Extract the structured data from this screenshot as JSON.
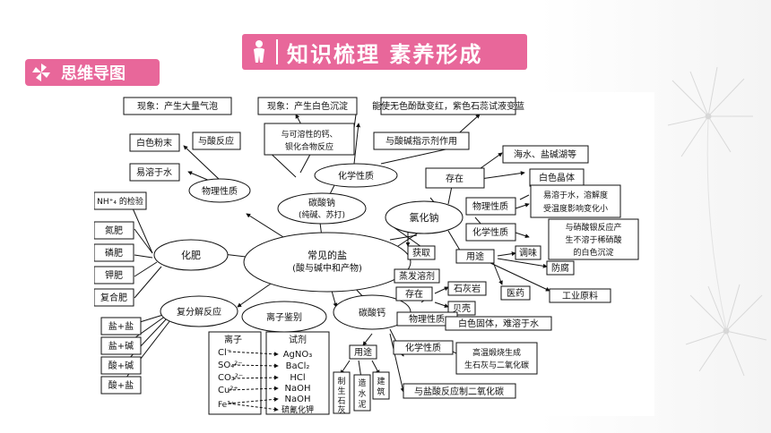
{
  "header": {
    "title": "知识梳理  素养形成"
  },
  "section": {
    "title": "思维导图"
  },
  "nodes": {
    "center": {
      "line1": "常见的盐",
      "line2": "(酸与碱中和产物)"
    },
    "na2co3": {
      "line1": "碳酸钠",
      "line2": "(纯碱、苏打)"
    },
    "nacl": "氯化钠",
    "caco3": "碳酸钙",
    "fertilizer": "化肥",
    "double_decomp": "复分解反应",
    "ion_id": "离子鉴别",
    "na2co3_phys": "物理性质",
    "na2co3_chem": "化学性质",
    "white_powder": "白色粉末",
    "soluble": "易溶于水",
    "with_acid": "与酸反应",
    "with_ca_ba": {
      "line1": "与可溶性的钙、",
      "line2": "钡化合物反应"
    },
    "with_indicator": "与酸碱指示剂作用",
    "ph_gas": "现象：产生大量气泡",
    "ph_ppt": "现象：产生白色沉淀",
    "ph_color": "能使无色酚酞变红，紫色石蕊试液变蓝",
    "nh4_test": "NH⁺₄ 的检验",
    "n_fert": "氮肥",
    "p_fert": "磷肥",
    "k_fert": "钾肥",
    "compound_fert": "复合肥",
    "salt_salt": "盐+盐",
    "salt_base": "盐+碱",
    "acid_base": "酸+碱",
    "acid_salt": "酸+盐",
    "nacl_exist": "存在",
    "sea_lake": "海水、盐碱湖等",
    "nacl_phys": "物理性质",
    "white_crystal": "白色晶体",
    "nacl_sol": {
      "line1": "易溶于水，溶解度",
      "line2": "受温度影响变化小"
    },
    "nacl_chem": "化学性质",
    "nacl_agno3": {
      "line1": "与硝酸银反应产",
      "line2": "生不溶于稀硝酸",
      "line3": "的白色沉淀"
    },
    "obtain": "获取",
    "evap": "蒸发溶剂",
    "usage": "用途",
    "flavor": "调味",
    "preserve": "防腐",
    "medicine": "医药",
    "industry": "工业原料",
    "caco3_exist": "存在",
    "limestone": "石灰岩",
    "shell": "贝壳",
    "caco3_phys": "物理性质",
    "caco3_phys_desc": "白色固体，难溶于水",
    "caco3_chem": "化学性质",
    "calcine": {
      "line1": "高温煅烧生成",
      "line2": "生石灰与二氧化碳"
    },
    "hcl_co2": "与盐酸反应制二氧化碳",
    "caco3_use": "用途",
    "use_lime": [
      "制",
      "生",
      "石",
      "灰"
    ],
    "use_cement": [
      "造",
      "水",
      "泥"
    ],
    "use_build": [
      "建",
      "筑"
    ]
  },
  "ion_table": {
    "ion_header": "离子",
    "reagent_header": "试剂",
    "ions": [
      "Cl⁻",
      "SO₄²⁻",
      "CO₃²⁻",
      "Cu²⁺",
      "Fe³⁺"
    ],
    "reagents": [
      "AgNO₃",
      "BaCl₂",
      "HCl",
      "NaOH",
      "NaOH",
      "硫氰化钾"
    ]
  }
}
